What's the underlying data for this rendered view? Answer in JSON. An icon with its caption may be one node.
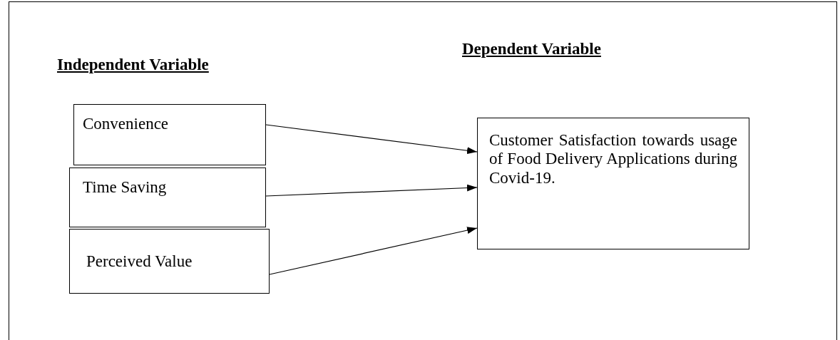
{
  "diagram": {
    "nodes": [
      {
        "text": [
          "Convenience"
        ]
      },
      {
        "text": [
          "Time Saving"
        ]
      },
      {
        "text": [
          "Perceived Value"
        ]
      },
      {
        "text": [
          "Customer Satisfaction towards usage of Food Delivery Applications during Covid-19."
        ]
      }
    ],
    "edges": [
      {
        "from": 0,
        "to": 3,
        "arrow": "to"
      },
      {
        "from": 1,
        "to": 3,
        "arrow": "to"
      },
      {
        "from": 2,
        "to": 3,
        "arrow": "to"
      }
    ],
    "labels": [
      "Independent Variable",
      "Dependent Variable"
    ]
  }
}
